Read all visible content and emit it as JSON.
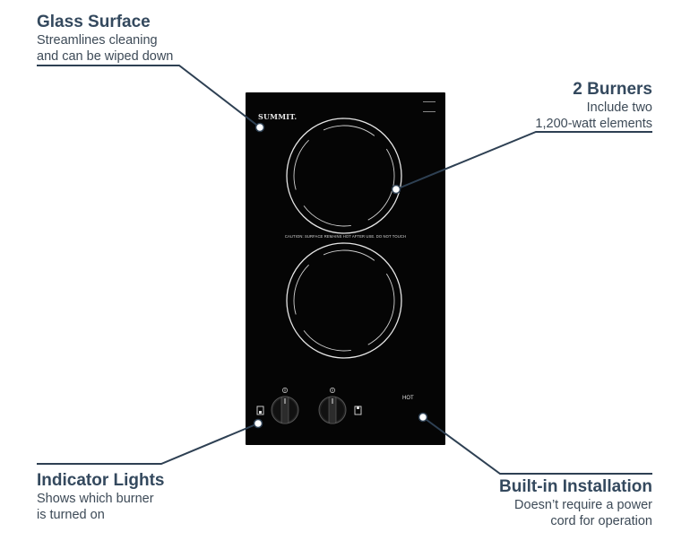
{
  "callouts": {
    "glass": {
      "title": "Glass Surface",
      "line1": "Streamlines cleaning",
      "line2": "and can be wiped down"
    },
    "burners": {
      "title": "2 Burners",
      "line1": "Include two",
      "line2": "1,200-watt elements"
    },
    "indicator": {
      "title": "Indicator Lights",
      "line1": "Shows which burner",
      "line2": "is turned on"
    },
    "install": {
      "title": "Built-in Installation",
      "line1": "Doesn’t require a power",
      "line2": "cord for operation"
    }
  },
  "cooktop": {
    "brand": "SUMMIT.",
    "caution": "CAUTION: SURFACE REMAINS HOT AFTER USE. DO NOT TOUCH",
    "hot_label": "HOT",
    "knob_mark": "0"
  },
  "colors": {
    "text": "#34495e",
    "leader": "#2e4053",
    "glass": "#050505"
  },
  "icons": [
    "knob-icon",
    "indicator-light-icon",
    "burner-ring-icon",
    "callout-dot-icon"
  ]
}
